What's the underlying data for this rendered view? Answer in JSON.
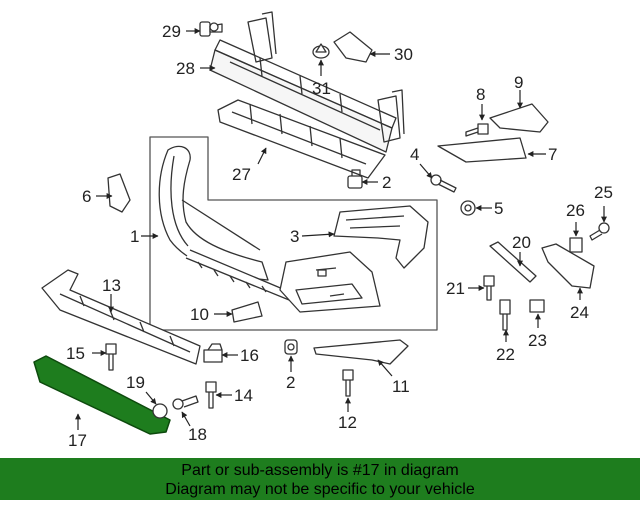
{
  "callouts": {
    "c1": "1",
    "c2a": "2",
    "c2b": "2",
    "c3": "3",
    "c4": "4",
    "c5": "5",
    "c6": "6",
    "c7": "7",
    "c8": "8",
    "c9": "9",
    "c10": "10",
    "c11": "11",
    "c12": "12",
    "c13": "13",
    "c14": "14",
    "c15": "15",
    "c16": "16",
    "c17": "17",
    "c18": "18",
    "c19": "19",
    "c20": "20",
    "c21": "21",
    "c22": "22",
    "c23": "23",
    "c24": "24",
    "c25": "25",
    "c26": "26",
    "c27": "27",
    "c28": "28",
    "c29": "29",
    "c30": "30",
    "c31": "31"
  },
  "highlight": {
    "part": "17",
    "color": "#1e7d1e"
  },
  "banner": {
    "line1": "Part or sub-assembly is #17 in diagram",
    "line2": "Diagram may not be specific to your vehicle"
  }
}
